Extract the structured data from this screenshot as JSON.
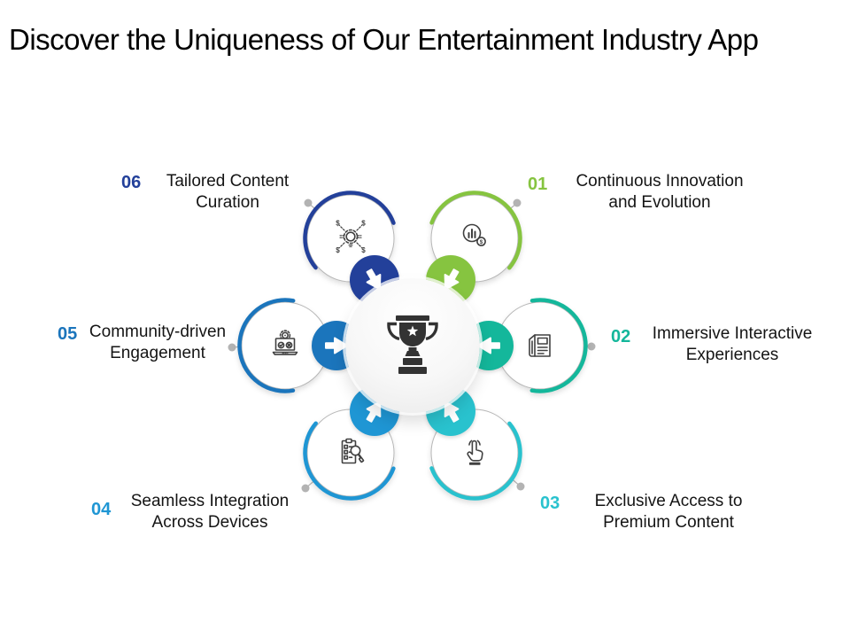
{
  "title": "Discover the Uniqueness of Our Entertainment Industry App",
  "center": {
    "icon": "trophy-icon",
    "icon_color": "#333333"
  },
  "palette": {
    "background": "#ffffff",
    "title_color": "#000000",
    "connector": "#b3b3b3",
    "icon_stroke": "#404040"
  },
  "items": [
    {
      "number": "01",
      "label": "Continuous Innovation and Evolution",
      "label_lines": [
        "Continuous Innovation",
        "and Evolution"
      ],
      "accent": "#86C440",
      "icon": "market-research-icon"
    },
    {
      "number": "02",
      "label": "Immersive Interactive Experiences",
      "label_lines": [
        "Immersive Interactive",
        "Experiences"
      ],
      "accent": "#14B79B",
      "icon": "newspaper-icon"
    },
    {
      "number": "03",
      "label": "Exclusive Access to Premium Content",
      "label_lines": [
        "Exclusive Access to",
        "Premium Content"
      ],
      "accent": "#29C2CE",
      "icon": "tap-gesture-icon"
    },
    {
      "number": "04",
      "label": "Seamless Integration Across Devices",
      "label_lines": [
        "Seamless Integration",
        "Across Devices"
      ],
      "accent": "#1F96D4",
      "icon": "checklist-search-icon"
    },
    {
      "number": "05",
      "label": "Community-driven Engagement",
      "label_lines": [
        "Community-driven",
        "Engagement"
      ],
      "accent": "#1B75BC",
      "icon": "laptop-settings-icon"
    },
    {
      "number": "06",
      "label": "Tailored Content Curation",
      "label_lines": [
        "Tailored Content",
        "Curation"
      ],
      "accent": "#23409A",
      "icon": "money-network-icon"
    }
  ]
}
